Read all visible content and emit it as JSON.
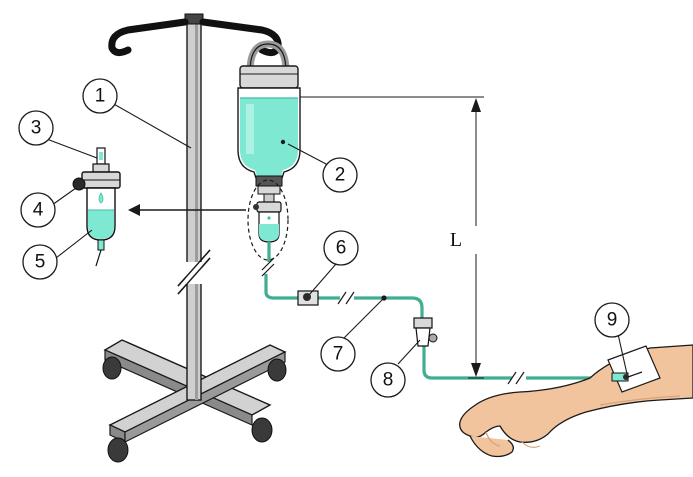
{
  "callouts": {
    "c1": "1",
    "c2": "2",
    "c3": "3",
    "c4": "4",
    "c5": "5",
    "c6": "6",
    "c7": "7",
    "c8": "8",
    "c9": "9"
  },
  "dimension": {
    "height_label": "L"
  },
  "colors": {
    "fluid": "#7fe8d2",
    "fluid_dark": "#3fbfa5",
    "tube": "#3fae93",
    "stand_metal": "#c8c8c8",
    "stand_dark": "#6e6e6e",
    "wheel": "#3a3a3a",
    "skin": "#f2c49e",
    "skin_shadow": "#d9a27a",
    "outline": "#1a1a1a"
  }
}
